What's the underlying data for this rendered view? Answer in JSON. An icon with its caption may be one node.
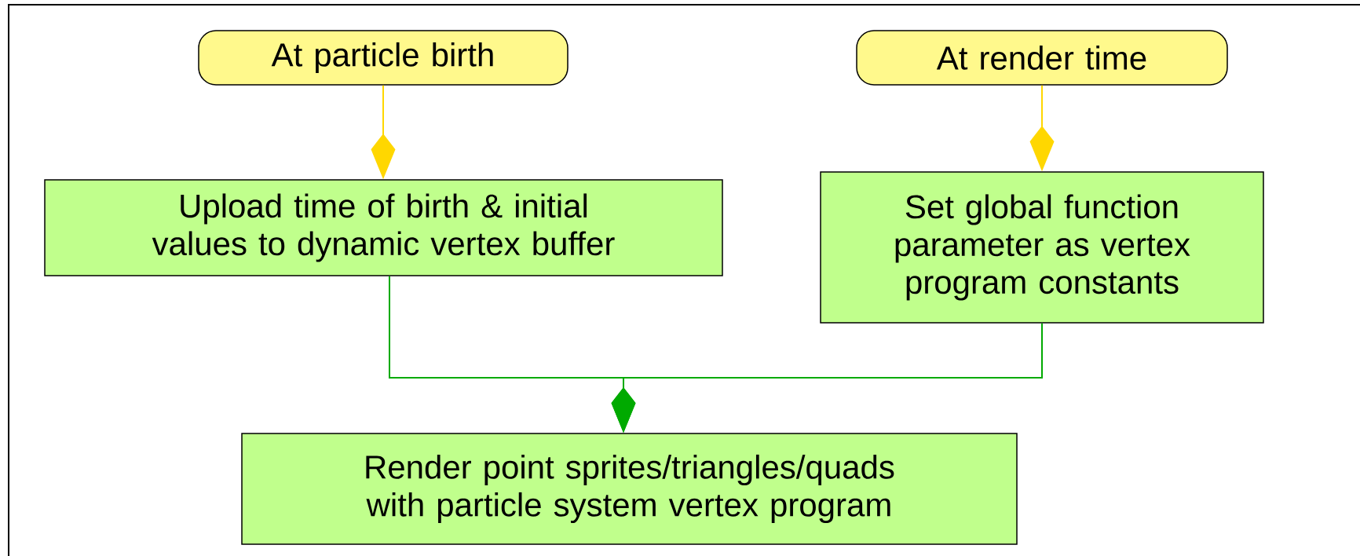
{
  "diagram": {
    "nodes": [
      {
        "text": [
          "At particle birth"
        ]
      },
      {
        "text": [
          "At render time"
        ]
      },
      {
        "text": [
          "Upload time of birth & initial values to dynamic vertex buffer"
        ]
      },
      {
        "text": [
          "Set global function parameter as vertex program constants"
        ]
      },
      {
        "text": [
          "Render point sprites/triangles/quads with particle system vertex program"
        ]
      }
    ],
    "edges": [
      {
        "from": 0,
        "to": 2,
        "arrow": "to",
        "color": "#ffd700"
      },
      {
        "from": 1,
        "to": 3,
        "arrow": "to",
        "color": "#ffd700"
      },
      {
        "from": 2,
        "to": 4,
        "arrow": "to",
        "color": "#00aa00"
      },
      {
        "from": 3,
        "to": 4,
        "arrow": "to",
        "color": "#00aa00"
      }
    ]
  }
}
